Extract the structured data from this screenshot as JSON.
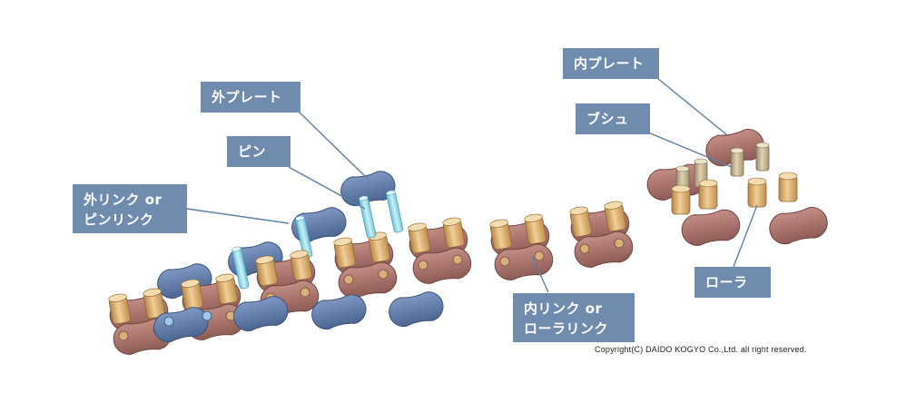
{
  "labels": {
    "outer_plate": "外プレート",
    "pin": "ピン",
    "outer_link": "外リンク or\nピンリンク",
    "inner_plate": "内プレート",
    "bush": "ブシュ",
    "roller": "ローラ",
    "inner_link": "内リンク or\nローラリンク"
  },
  "copyright": "Copyright(C) DAIDO KOGYO Co.,Ltd. all right reserved.",
  "colors": {
    "label_bg": "#6f8bad",
    "outer_plate": "#5f7aa8",
    "inner_plate": "#a8706a",
    "roller": "#d9a868",
    "pin": "#8fd6e6",
    "bush": "#c6b28e",
    "leader_line": "#5d7fa3"
  }
}
